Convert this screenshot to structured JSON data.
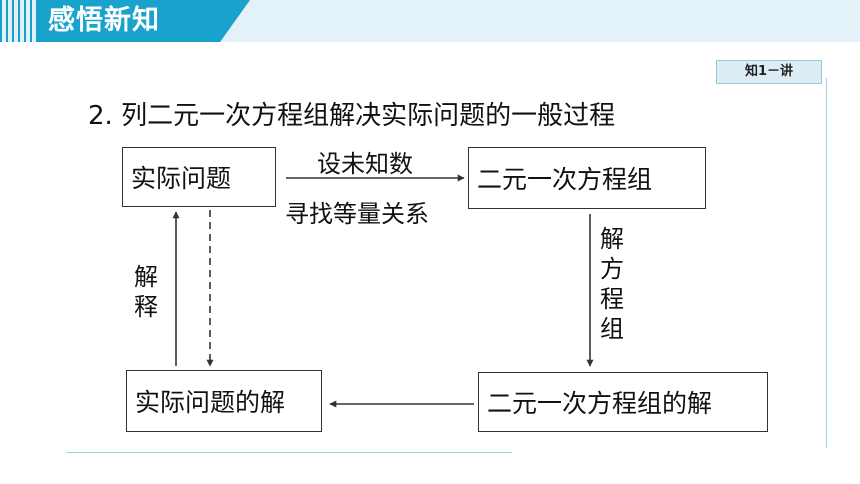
{
  "header": {
    "title": "感悟新知"
  },
  "badge": {
    "label": "知1－讲"
  },
  "heading": "2. 列二元一次方程组解决实际问题的一般过程",
  "diagram": {
    "nodes": {
      "real_problem": "实际问题",
      "equation_system": "二元一次方程组",
      "system_solution": "二元一次方程组的解",
      "problem_solution": "实际问题的解"
    },
    "edges": {
      "set_unknowns": "设未知数",
      "find_relations": "寻找等量关系",
      "solve_system": "解方程组",
      "interpret": "解释"
    }
  },
  "colors": {
    "header_tab": "#19a2cb",
    "header_band": "#e3f1f9",
    "badge_bg": "#dcedf6"
  }
}
